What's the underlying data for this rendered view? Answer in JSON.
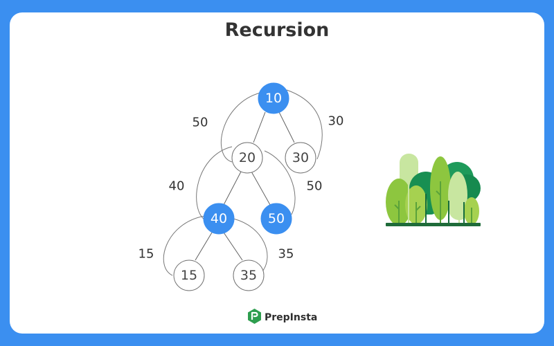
{
  "title": "Recursion",
  "tree": {
    "nodes": [
      {
        "id": "n10",
        "label": "10",
        "highlighted": true
      },
      {
        "id": "n20",
        "label": "20",
        "highlighted": false
      },
      {
        "id": "n30",
        "label": "30",
        "highlighted": false
      },
      {
        "id": "n40",
        "label": "40",
        "highlighted": true
      },
      {
        "id": "n50",
        "label": "50",
        "highlighted": true
      },
      {
        "id": "n15",
        "label": "15",
        "highlighted": false
      },
      {
        "id": "n35",
        "label": "35",
        "highlighted": false
      }
    ],
    "edges": [
      [
        "n10",
        "n20"
      ],
      [
        "n10",
        "n30"
      ],
      [
        "n20",
        "n40"
      ],
      [
        "n20",
        "n50"
      ],
      [
        "n40",
        "n15"
      ],
      [
        "n40",
        "n35"
      ]
    ],
    "return_labels": [
      "50",
      "30",
      "40",
      "50",
      "15",
      "35"
    ]
  },
  "brand": {
    "name": "PrepInsta"
  },
  "colors": {
    "background": "#3b8ff0",
    "highlight": "#3b8ff0",
    "brand_green": "#2e9e4f"
  },
  "illustration": {
    "icon": "forest-trees-icon"
  }
}
